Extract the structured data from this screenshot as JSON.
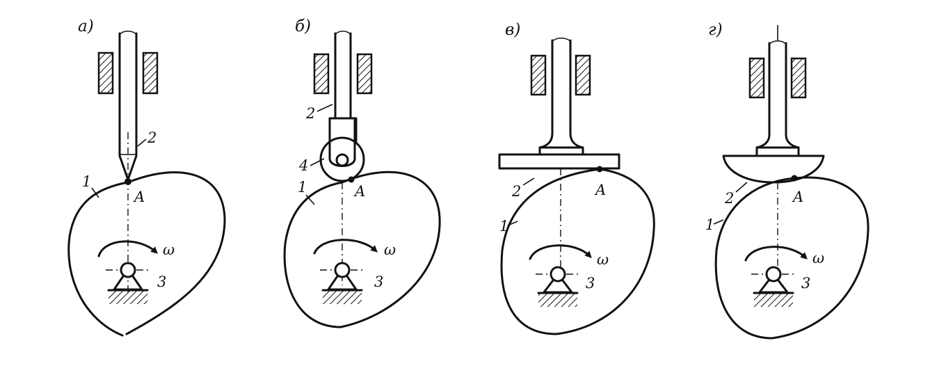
{
  "panels": [
    {
      "id": "a",
      "title": "а)",
      "labels": {
        "cam": "1",
        "follower": "2",
        "pivot": "3",
        "contact": "A",
        "omega": "ω"
      }
    },
    {
      "id": "b",
      "title": "б)",
      "labels": {
        "cam": "1",
        "follower": "2",
        "pivot": "3",
        "roller": "4",
        "contact": "A",
        "omega": "ω"
      }
    },
    {
      "id": "v",
      "title": "в)",
      "labels": {
        "cam": "1",
        "follower": "2",
        "pivot": "3",
        "contact": "A",
        "omega": "ω"
      }
    },
    {
      "id": "g",
      "title": "г)",
      "labels": {
        "cam": "1",
        "follower": "2",
        "pivot": "3",
        "contact": "A",
        "omega": "ω"
      }
    }
  ]
}
